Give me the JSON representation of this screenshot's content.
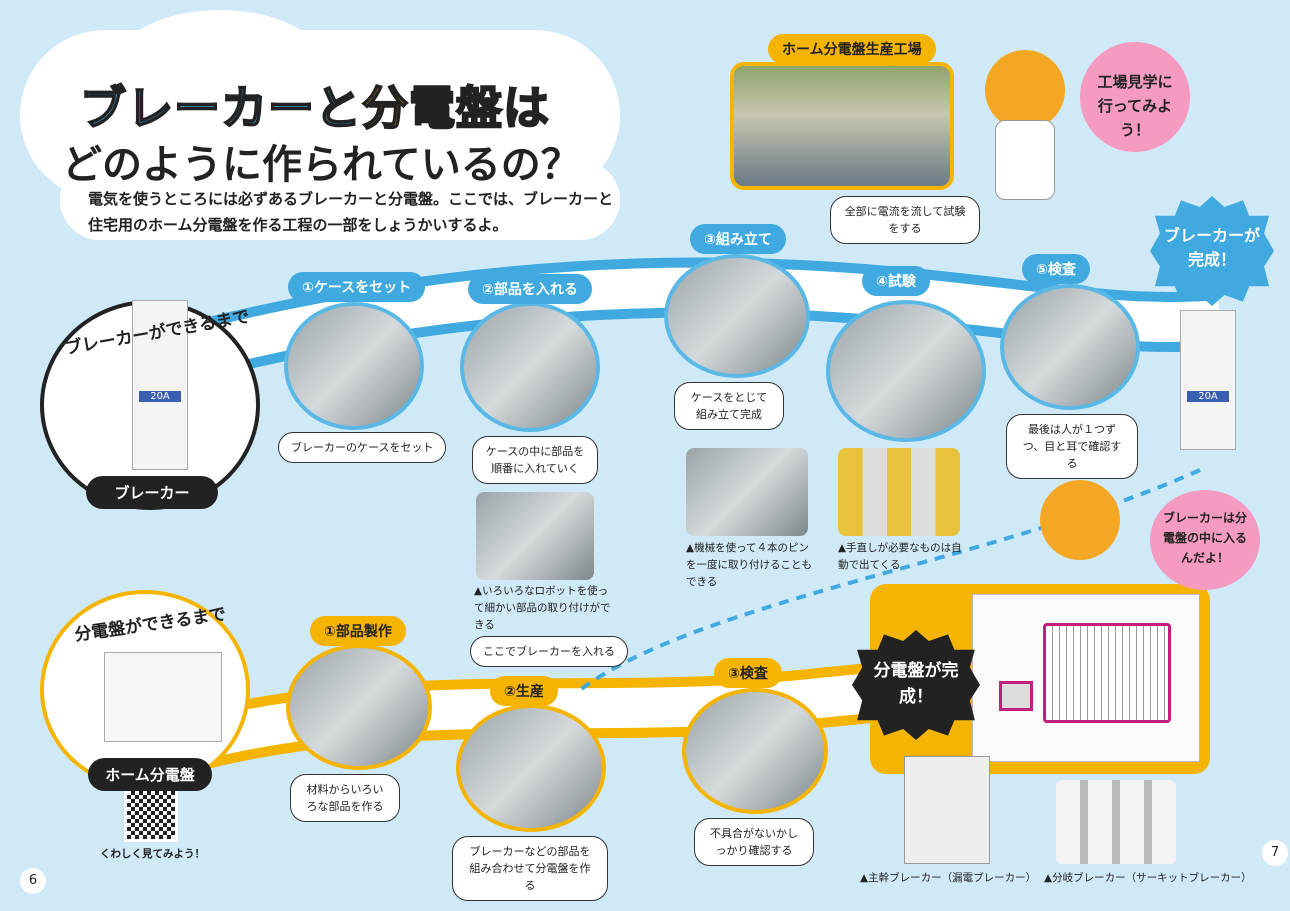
{
  "title": {
    "line1a": "ブレーカーと",
    "line1b": "分電盤",
    "line1c": "は",
    "line2": "どのように作られているの？"
  },
  "intro": {
    "line1": "電気を使うところには必ずあるブレーカーと分電盤。ここでは、ブレーカーと",
    "line2": "住宅用のホーム分電盤を作る工程の一部をしょうかいするよ。"
  },
  "factory": {
    "label": "ホーム分電盤生産工場"
  },
  "lion_bubble_1": "工場見学に行ってみよう！",
  "lion_bubble_2": "ブレーカーは分電盤の中に入るんだよ！",
  "breaker_section": {
    "heading": "ブレーカーができるまで",
    "label": "ブレーカー",
    "complete": "ブレーカーが完成！",
    "steps": [
      {
        "label": "①ケースをセット",
        "caption": "ブレーカーのケースをセット"
      },
      {
        "label": "②部品を入れる",
        "caption": "ケースの中に部品を順番に入れていく"
      },
      {
        "label": "③組み立て",
        "caption": "ケースをとじて組み立て完成"
      },
      {
        "label": "④試験",
        "caption": "全部に電流を流して試験をする"
      },
      {
        "label": "⑤検査",
        "caption": "最後は人が１つずつ、目と耳で確認する"
      }
    ],
    "photo_captions": [
      "▲いろいろなロボットを使って細かい部品の取り付けができる",
      "▲機械を使って４本のピンを一度に取り付けることもできる",
      "▲手直しが必要なものは自動で出てくる"
    ]
  },
  "panel_section": {
    "heading": "分電盤ができるまで",
    "label": "ホーム分電盤",
    "qr_caption": "くわしく見てみよう！",
    "complete": "分電盤が完成！",
    "insert_note": "ここでブレーカーを入れる",
    "steps": [
      {
        "label": "①部品製作",
        "caption": "材料からいろいろな部品を作る"
      },
      {
        "label": "②生産",
        "caption": "ブレーカーなどの部品を組み合わせて分電盤を作る"
      },
      {
        "label": "③検査",
        "caption": "不具合がないかしっかり確認する"
      }
    ],
    "breaker_captions": [
      "▲主幹ブレーカー（漏電ブレーカー）",
      "▲分岐ブレーカー（サーキットブレーカー）"
    ]
  },
  "breaker_device": {
    "rating": "20A"
  },
  "pages": {
    "left": "6",
    "right": "7"
  },
  "colors": {
    "blue": "#3fa9e0",
    "yellow": "#f5b400",
    "pink": "#f59ac0",
    "background": "#cfe9f7"
  }
}
